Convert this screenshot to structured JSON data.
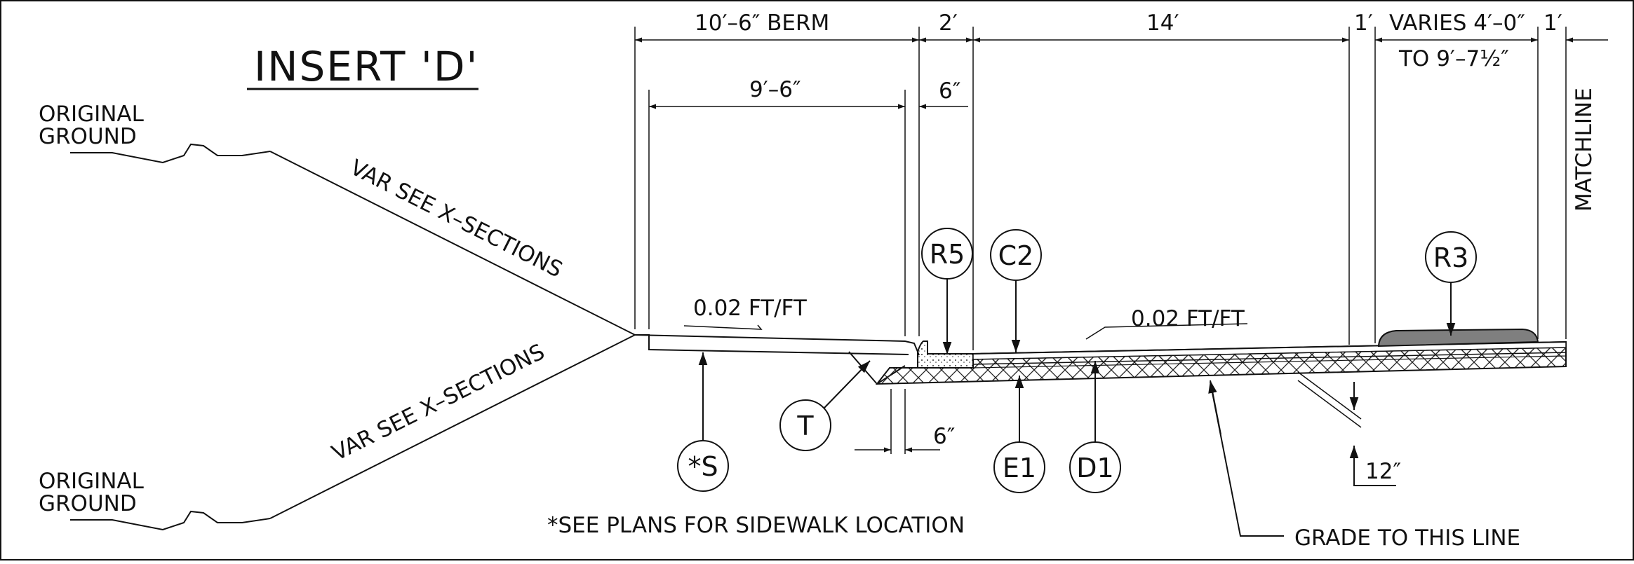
{
  "insert_title": "INSERT 'D'",
  "original_ground_top": [
    "ORIGINAL",
    "GROUND"
  ],
  "original_ground_bottom": [
    "ORIGINAL",
    "GROUND"
  ],
  "slope_note_upper": "VAR SEE X–SECTIONS",
  "slope_note_lower": "VAR SEE X–SECTIONS",
  "dims": {
    "berm": "10′–6″ BERM",
    "two_ft": "2′",
    "fourteen": "14′",
    "one_ft_a": "1′",
    "varies_1": "VARIES 4′–0″",
    "varies_2": "TO 9′–7½″",
    "one_ft_b": "1′",
    "nine_six": "9′–6″",
    "six_in_top": "6″",
    "six_in_bottom": "6″",
    "twelve_in": "12″"
  },
  "slopes": {
    "left": "0.02 FT/FT",
    "right": "0.02 FT/FT"
  },
  "matchline": "MATCHLINE",
  "callouts": {
    "r5": "R5",
    "c2": "C2",
    "r3": "R3",
    "t": "T",
    "s": "*S",
    "e1": "E1",
    "d1": "D1"
  },
  "note_sidewalk": "*SEE PLANS FOR SIDEWALK LOCATION",
  "note_grade": "GRADE TO THIS LINE"
}
